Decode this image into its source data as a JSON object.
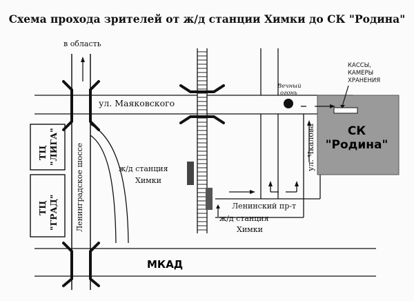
{
  "title": "Схема прохода зрителей от ж/д станции Химки до СК \"Родина\"",
  "labels": {
    "to_region": "в область",
    "mayakovskogo": "ул. Маяковского",
    "eternal_flame_line1": "Вечный",
    "eternal_flame_line2": "огонь",
    "ticket_line1": "КАССЫ,",
    "ticket_line2": "КАМЕРЫ",
    "ticket_line3": "ХРАНЕНИЯ",
    "venue_line1": "СК",
    "venue_line2": "\"Родина\"",
    "liga_line1": "ТЦ",
    "liga_line2": "\"ЛИГА\"",
    "grad_line1": "ТЦ",
    "grad_line2": "\"ГРАД\"",
    "leningradskoe": "Ленинградское шоссе",
    "chkalova": "ул. Чкалова",
    "station_line1": "ж/д станция",
    "station_line2": "Химки",
    "station2_line1": "ж/д станция",
    "station2_line2": "Химки",
    "leninsky": "Ленинский пр-т",
    "mkad": "МКАД"
  },
  "colors": {
    "ink": "#111111",
    "venue_fill": "#9a9a9a",
    "station_fill": "#444444"
  },
  "icons": [
    "eternal-flame-icon",
    "arrow-icon"
  ]
}
